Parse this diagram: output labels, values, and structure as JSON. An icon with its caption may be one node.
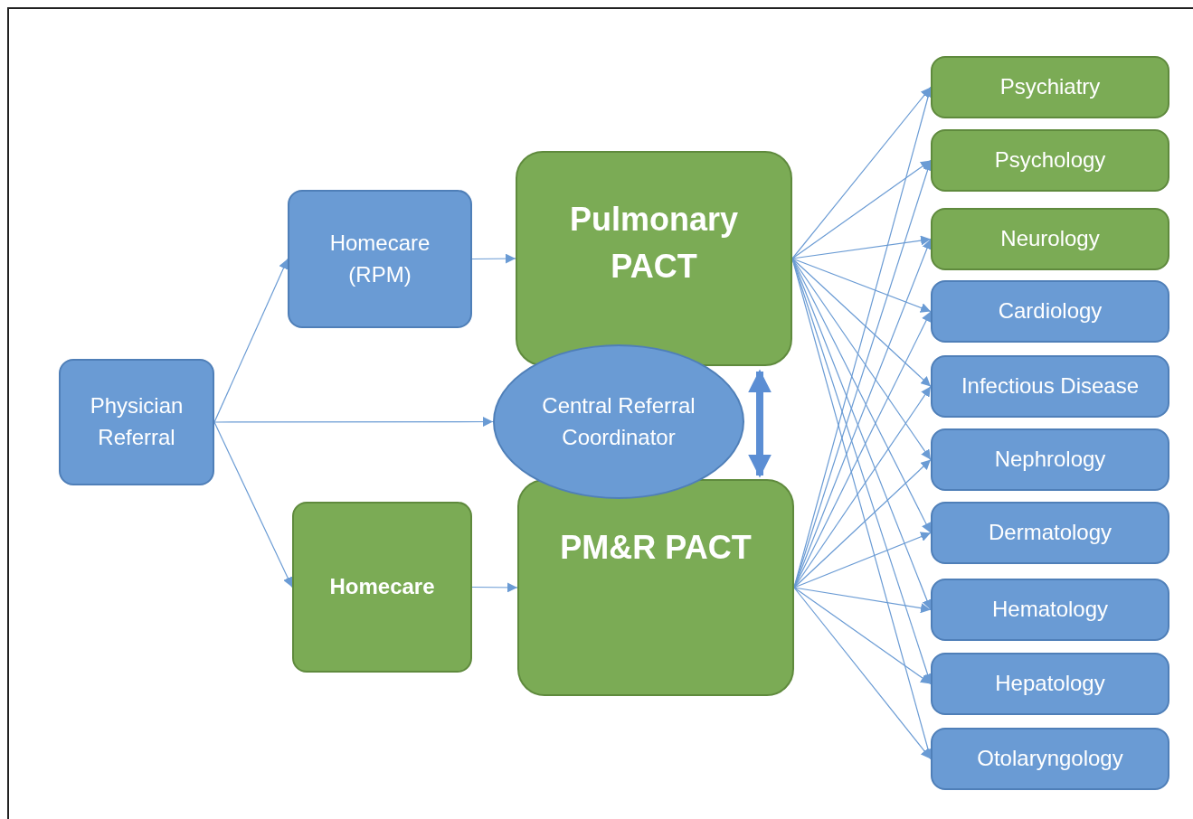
{
  "diagram": {
    "nodes": [
      {
        "text": [
          "Physician Referral"
        ]
      },
      {
        "text": [
          "Homecare (RPM)"
        ]
      },
      {
        "text": [
          "Homecare"
        ]
      },
      {
        "text": [
          "Pulmonary PACT"
        ]
      },
      {
        "text": [
          "Central Referral Coordinator"
        ]
      },
      {
        "text": [
          "PM&R PACT"
        ]
      },
      {
        "text": [
          "Psychiatry"
        ]
      },
      {
        "text": [
          "Psychology"
        ]
      },
      {
        "text": [
          "Neurology"
        ]
      },
      {
        "text": [
          "Cardiology"
        ]
      },
      {
        "text": [
          "Infectious Disease"
        ]
      },
      {
        "text": [
          "Nephrology"
        ]
      },
      {
        "text": [
          "Dermatology"
        ]
      },
      {
        "text": [
          "Hematology"
        ]
      },
      {
        "text": [
          "Hepatology"
        ]
      },
      {
        "text": [
          "Otolaryngology"
        ]
      }
    ],
    "edges": [
      {
        "from": 0,
        "to": 1,
        "arrow": "to"
      },
      {
        "from": 0,
        "to": 4,
        "arrow": "to"
      },
      {
        "from": 0,
        "to": 2,
        "arrow": "to"
      },
      {
        "from": 1,
        "to": 3,
        "arrow": "to"
      },
      {
        "from": 2,
        "to": 5,
        "arrow": "to"
      },
      {
        "from": 3,
        "to": 5,
        "arrow": "both",
        "style": "thick"
      },
      {
        "from": 3,
        "to": 6,
        "arrow": "to"
      },
      {
        "from": 3,
        "to": 7,
        "arrow": "to"
      },
      {
        "from": 3,
        "to": 8,
        "arrow": "to"
      },
      {
        "from": 3,
        "to": 9,
        "arrow": "to"
      },
      {
        "from": 3,
        "to": 10,
        "arrow": "to"
      },
      {
        "from": 3,
        "to": 11,
        "arrow": "to"
      },
      {
        "from": 3,
        "to": 12,
        "arrow": "to"
      },
      {
        "from": 3,
        "to": 13,
        "arrow": "to"
      },
      {
        "from": 3,
        "to": 14,
        "arrow": "to"
      },
      {
        "from": 3,
        "to": 15,
        "arrow": "to"
      },
      {
        "from": 5,
        "to": 6,
        "arrow": "to"
      },
      {
        "from": 5,
        "to": 7,
        "arrow": "to"
      },
      {
        "from": 5,
        "to": 8,
        "arrow": "to"
      },
      {
        "from": 5,
        "to": 9,
        "arrow": "to"
      },
      {
        "from": 5,
        "to": 10,
        "arrow": "to"
      },
      {
        "from": 5,
        "to": 11,
        "arrow": "to"
      },
      {
        "from": 5,
        "to": 12,
        "arrow": "to"
      },
      {
        "from": 5,
        "to": 13,
        "arrow": "to"
      },
      {
        "from": 5,
        "to": 14,
        "arrow": "to"
      },
      {
        "from": 5,
        "to": 15,
        "arrow": "to"
      }
    ]
  }
}
